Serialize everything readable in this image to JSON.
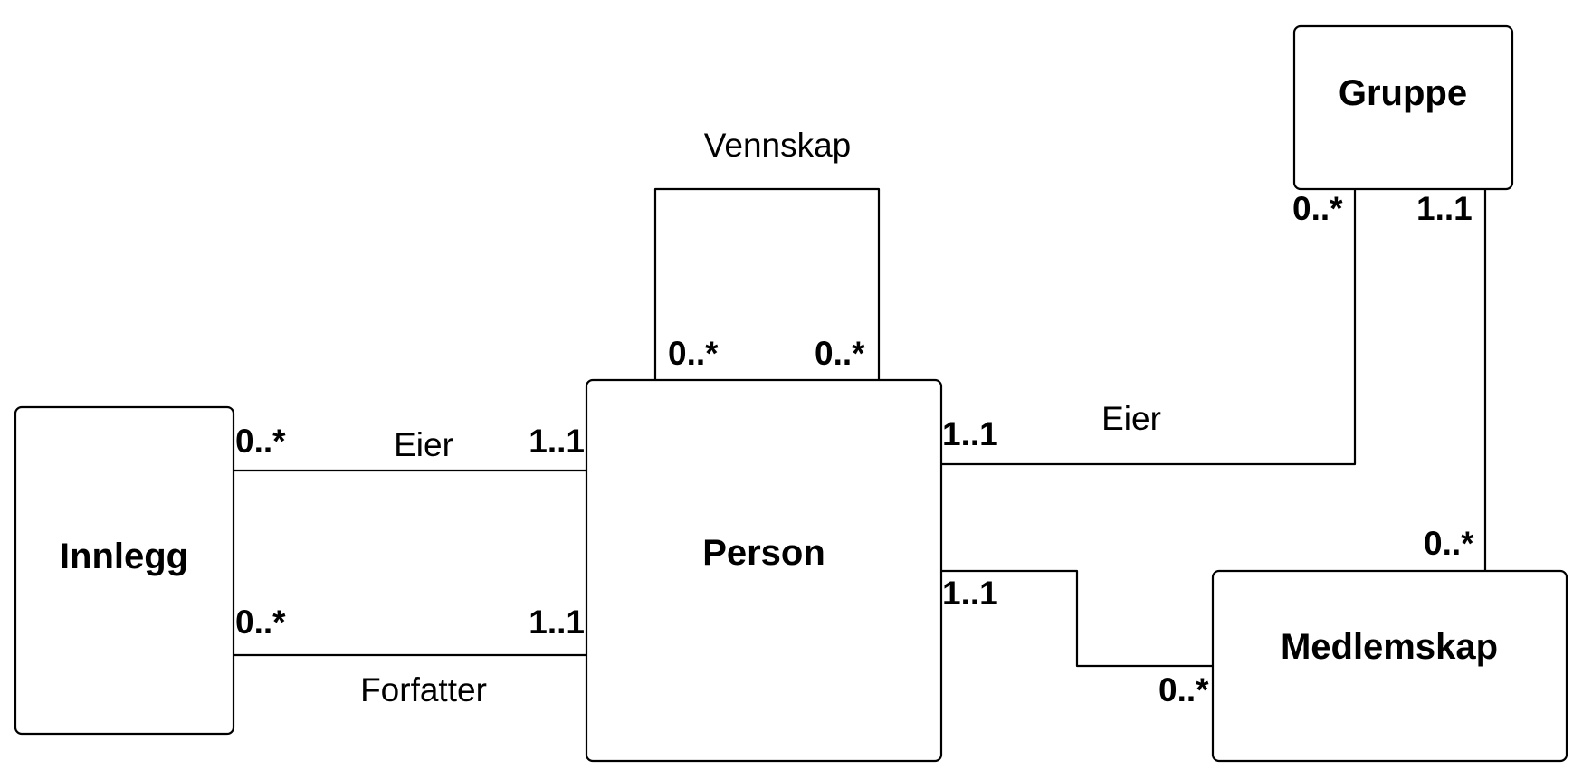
{
  "entities": {
    "innlegg": "Innlegg",
    "person": "Person",
    "gruppe": "Gruppe",
    "medlemskap": "Medlemskap"
  },
  "relationships": {
    "innlegg_eier": {
      "label": "Eier",
      "innlegg_end": "0..*",
      "person_end": "1..1"
    },
    "innlegg_forfatter": {
      "label": "Forfatter",
      "innlegg_end": "0..*",
      "person_end": "1..1"
    },
    "vennskap": {
      "label": "Vennskap",
      "left_end": "0..*",
      "right_end": "0..*"
    },
    "gruppe_eier": {
      "label": "Eier",
      "person_end": "1..1",
      "gruppe_end": "0..*"
    },
    "gruppe_medlemskap": {
      "gruppe_end": "1..1",
      "medlemskap_end": "0..*"
    },
    "person_medlemskap": {
      "person_end": "1..1",
      "medlemskap_end": "0..*"
    }
  }
}
